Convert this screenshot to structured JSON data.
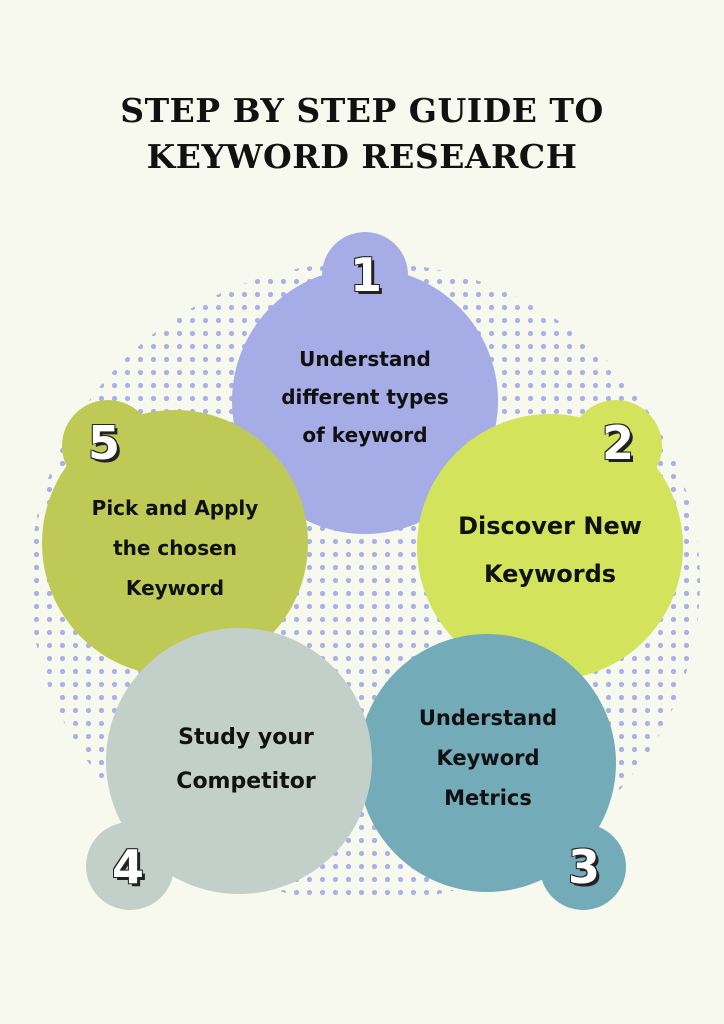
{
  "title": {
    "line1": "STEP BY STEP GUIDE TO",
    "line2": "KEYWORD RESEARCH"
  },
  "colors": {
    "background": "#f8f9ee",
    "dots": "#a9b2e6",
    "step1": "#a6ace6",
    "step2": "#d4e35c",
    "step3": "#73abb8",
    "step4": "#c3cfc9",
    "step5": "#bfca56"
  },
  "steps": [
    {
      "number": "1",
      "lines": [
        "Understand",
        "different types",
        "of keyword"
      ]
    },
    {
      "number": "2",
      "lines": [
        "Discover New",
        "Keywords"
      ]
    },
    {
      "number": "3",
      "lines": [
        "Understand",
        "Keyword",
        "Metrics"
      ]
    },
    {
      "number": "4",
      "lines": [
        "Study your",
        "Competitor"
      ]
    },
    {
      "number": "5",
      "lines": [
        "Pick and Apply",
        "the chosen",
        "Keyword"
      ]
    }
  ]
}
